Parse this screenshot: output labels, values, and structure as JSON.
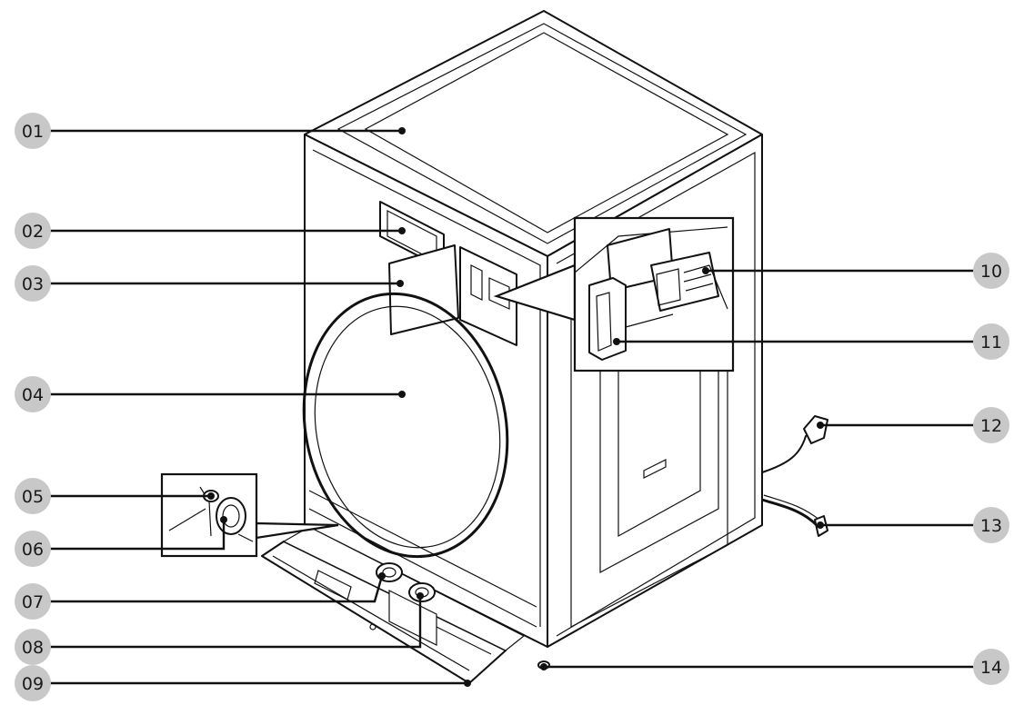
{
  "callouts": [
    {
      "id": "01",
      "label": "01"
    },
    {
      "id": "02",
      "label": "02"
    },
    {
      "id": "03",
      "label": "03"
    },
    {
      "id": "04",
      "label": "04"
    },
    {
      "id": "05",
      "label": "05"
    },
    {
      "id": "06",
      "label": "06"
    },
    {
      "id": "07",
      "label": "07"
    },
    {
      "id": "08",
      "label": "08"
    },
    {
      "id": "09",
      "label": "09"
    },
    {
      "id": "10",
      "label": "10"
    },
    {
      "id": "11",
      "label": "11"
    },
    {
      "id": "12",
      "label": "12"
    },
    {
      "id": "13",
      "label": "13"
    },
    {
      "id": "14",
      "label": "14"
    }
  ],
  "colors": {
    "badge_fill": "#c8c8c8",
    "line": "#111111",
    "background": "#ffffff"
  }
}
